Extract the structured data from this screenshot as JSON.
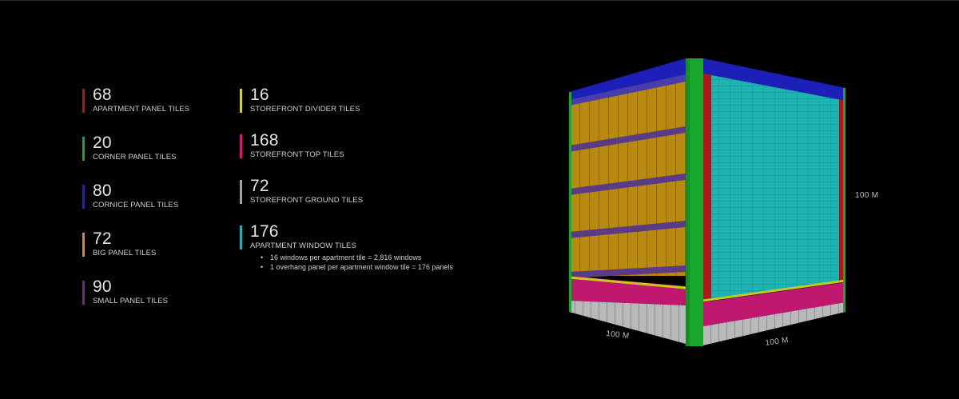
{
  "legend": {
    "column1": [
      {
        "count": "68",
        "label": "APARTMENT PANEL TILES",
        "color": "#b0151a"
      },
      {
        "count": "20",
        "label": "CORNER PANEL TILES",
        "color": "#18a82b"
      },
      {
        "count": "80",
        "label": "CORNICE PANEL TILES",
        "color": "#1a20d8"
      },
      {
        "count": "72",
        "label": "BIG PANEL TILES",
        "color": "#d68a2a"
      },
      {
        "count": "90",
        "label": "SMALL PANEL TILES",
        "color": "#6a2e8a"
      }
    ],
    "column2": [
      {
        "count": "16",
        "label": "STOREFRONT DIVIDER TILES",
        "color": "#d4d420"
      },
      {
        "count": "168",
        "label": "STOREFRONT TOP TILES",
        "color": "#d41a78"
      },
      {
        "count": "72",
        "label": "STOREFRONT GROUND TILES",
        "color": "#a0a0a0"
      },
      {
        "count": "176",
        "label": "APARTMENT WINDOW TILES",
        "color": "#20b0b0",
        "notes": [
          "16 windows per apartment tile = 2,816 windows",
          "1 overhang panel per apartment window tile = 176 panels"
        ]
      }
    ]
  },
  "dimensions": {
    "height": "100 M",
    "left_width": "100 M",
    "right_width": "100 M"
  }
}
